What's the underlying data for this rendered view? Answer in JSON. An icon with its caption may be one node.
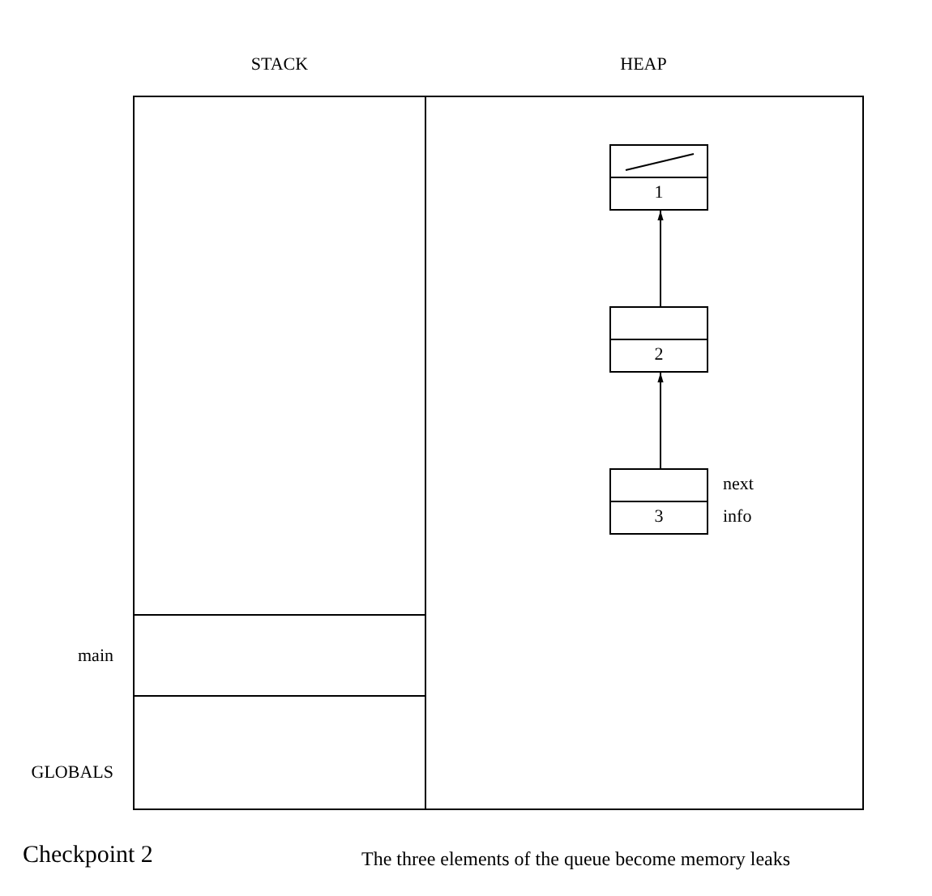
{
  "diagram": {
    "title": "Checkpoint 2",
    "caption": "The three elements of the queue become memory leaks",
    "nodes": [
      {
        "text": [
          "STACK"
        ]
      },
      {
        "text": [
          "HEAP"
        ]
      },
      {
        "text": [
          "main"
        ],
        "in": 0
      },
      {
        "text": [
          "GLOBALS"
        ],
        "in": 0
      },
      {
        "text": [
          "1"
        ],
        "in": 1
      },
      {
        "text": [
          "2"
        ],
        "in": 1
      },
      {
        "text": [
          "3"
        ],
        "in": 1,
        "beside": [
          "next",
          "info"
        ]
      }
    ],
    "edges": [
      {
        "from": 6,
        "to": 5,
        "arrow": "to"
      },
      {
        "from": 5,
        "to": 4,
        "arrow": "to"
      }
    ]
  }
}
